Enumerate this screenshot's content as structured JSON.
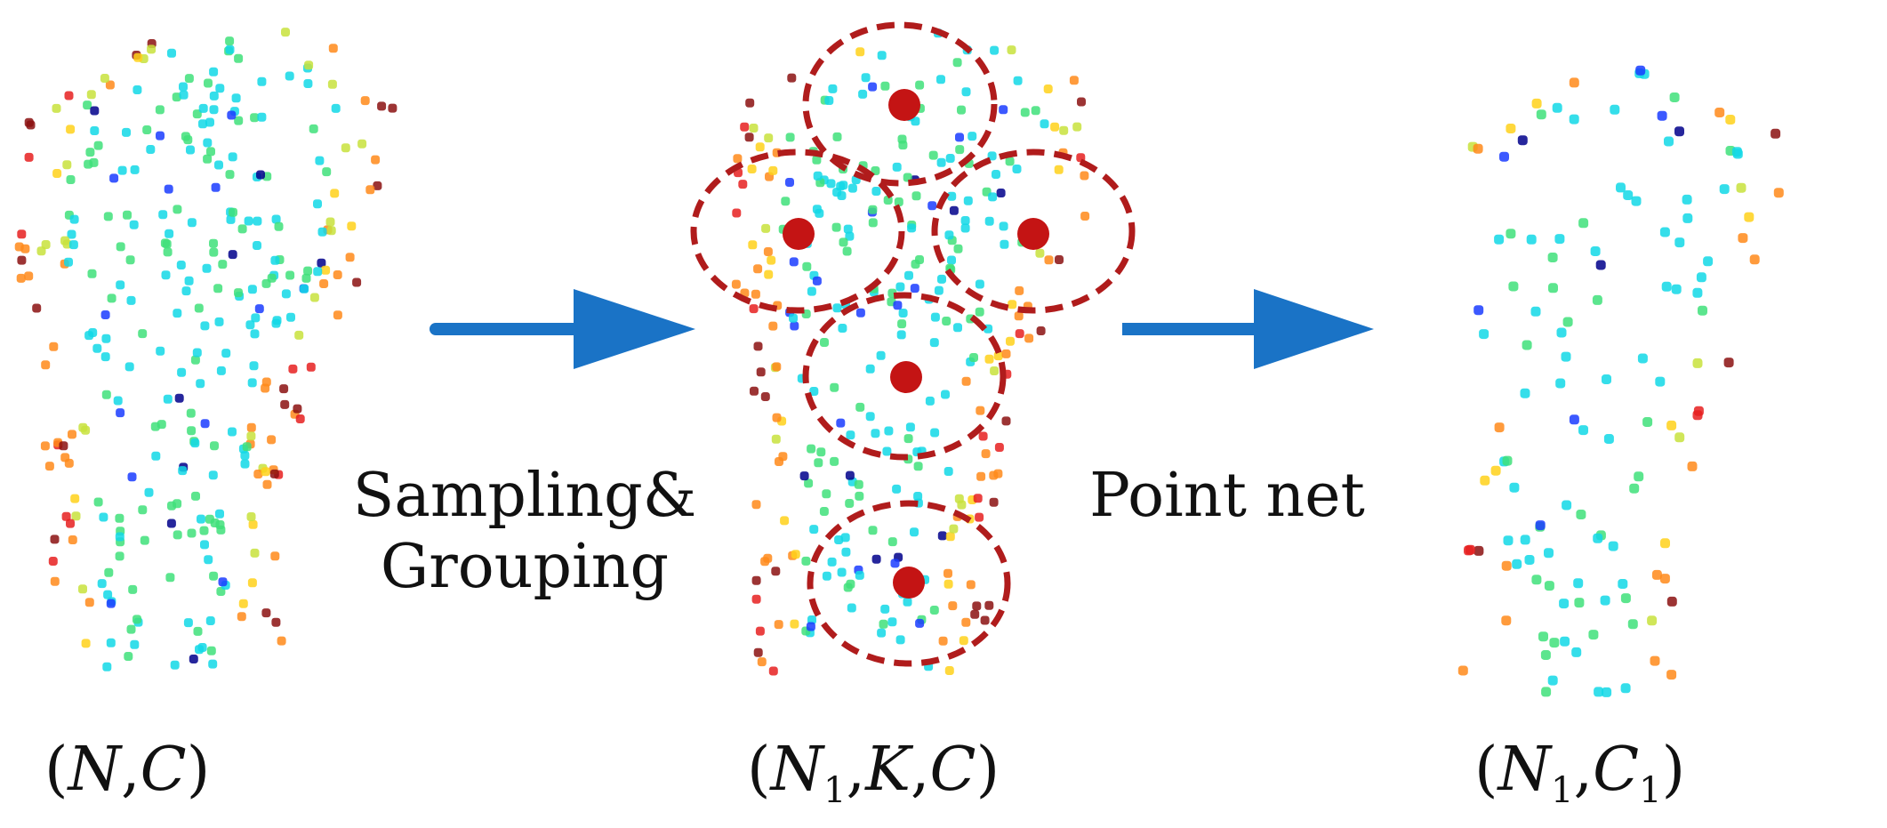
{
  "colors": {
    "arrow": "#1a73c6",
    "cluster_outline": "#b01c1c",
    "cluster_center": "#c41414",
    "point_palette": [
      "#00008b",
      "#1a3cff",
      "#12d8e6",
      "#3fe07a",
      "#c8e23c",
      "#ffd11a",
      "#ff8a1a",
      "#e62020",
      "#8b1010"
    ]
  },
  "operations": [
    {
      "line1": "Sampling&",
      "line2": "Grouping"
    },
    {
      "line1": "Point net",
      "line2": ""
    }
  ],
  "stages": [
    {
      "open": "(",
      "a": "N",
      "a_sub": "",
      "sep1": ",",
      "b": "C",
      "b_sub": "",
      "sep2": "",
      "c": "",
      "close": ")"
    },
    {
      "open": "(",
      "a": "N",
      "a_sub": "1",
      "sep1": ",",
      "b": "K",
      "b_sub": "",
      "sep2": ",",
      "c": "C",
      "close": ")"
    },
    {
      "open": "(",
      "a": "N",
      "a_sub": "1",
      "sep1": ",",
      "b": "C",
      "b_sub": "1",
      "sep2": "",
      "c": "",
      "close": ")"
    }
  ],
  "cluster_count": 5
}
